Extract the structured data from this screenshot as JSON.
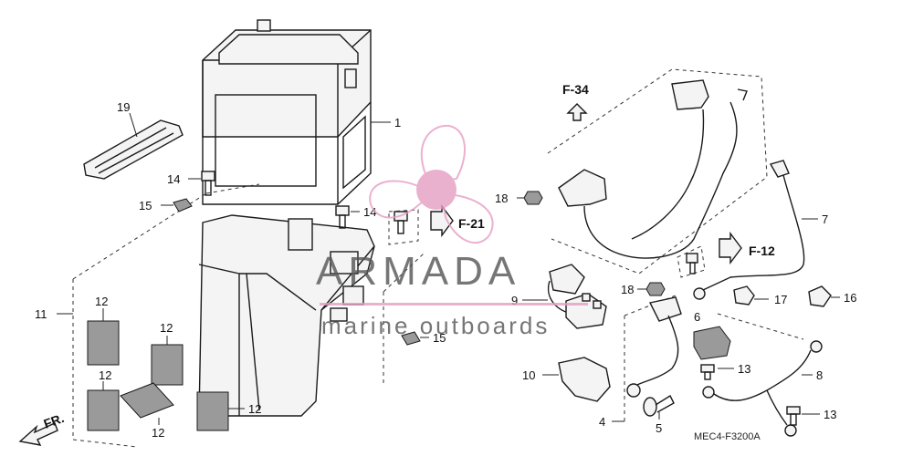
{
  "watermark": {
    "brand": "ARMADA",
    "tagline": "marine outboards",
    "logo_color": "#e59ec4",
    "text_color": "#555555"
  },
  "references": {
    "f34": "F-34",
    "f21": "F-21",
    "f12": "F-12",
    "front": "FR."
  },
  "diagram_code": "MEC4-F3200A",
  "callouts": {
    "c1": "1",
    "c4": "4",
    "c5": "5",
    "c6": "6",
    "c7": "7",
    "c8": "8",
    "c9": "9",
    "c10": "10",
    "c11": "11",
    "c12a": "12",
    "c12b": "12",
    "c12c": "12",
    "c12d": "12",
    "c12e": "12",
    "c13a": "13",
    "c13b": "13",
    "c14a": "14",
    "c14b": "14",
    "c15a": "15",
    "c15b": "15",
    "c16": "16",
    "c17": "17",
    "c18a": "18",
    "c18b": "18",
    "c19": "19"
  }
}
